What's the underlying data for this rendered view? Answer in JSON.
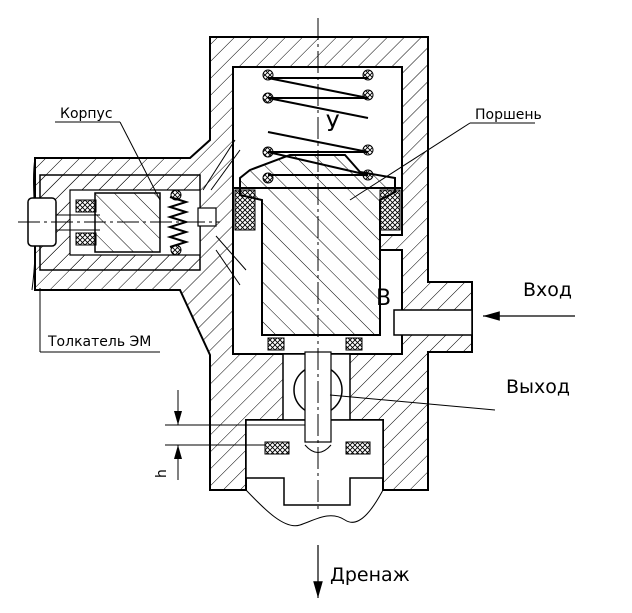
{
  "labels": {
    "korpus": "Корпус",
    "porshen": "Поршень",
    "u": "У",
    "b": "В",
    "vkhod": "Вход",
    "vykhod": "Выход",
    "tolkatel": "Толкатель ЭМ",
    "h": "h",
    "drenazh": "Дренаж"
  },
  "colors": {
    "line": "#000000",
    "background": "#ffffff"
  }
}
